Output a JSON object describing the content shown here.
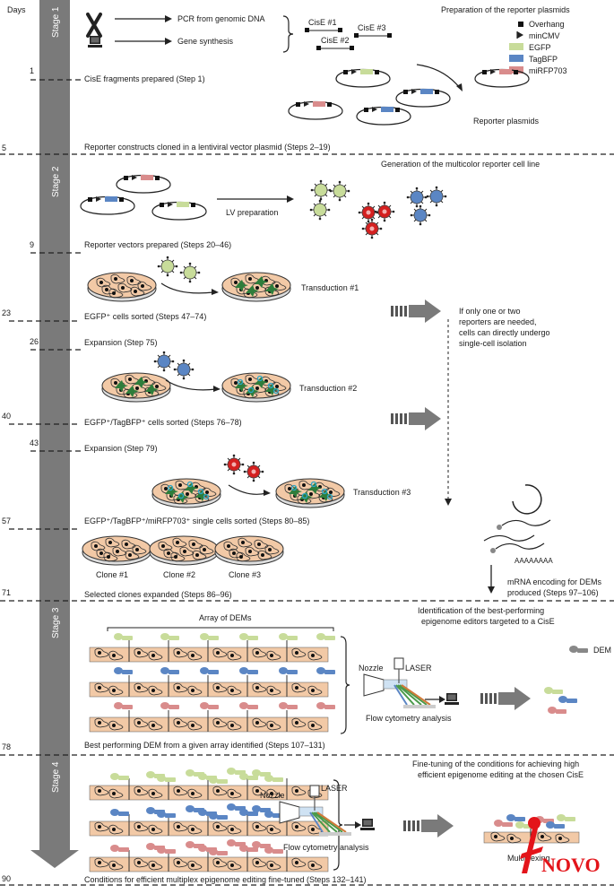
{
  "header": {
    "days": "Days"
  },
  "stages": [
    "Stage 1",
    "Stage 2",
    "Stage 3",
    "Stage 4"
  ],
  "days": [
    "1",
    "5",
    "9",
    "23",
    "26",
    "40",
    "43",
    "57",
    "71",
    "78",
    "90"
  ],
  "stage1": {
    "title": "Preparation of the reporter plasmids",
    "pcr": "PCR from genomic DNA",
    "synthesis": "Gene synthesis",
    "cise1": "CisE #1",
    "cise2": "CisE #2",
    "cise3": "CisE #3",
    "step_fragments": "CisE fragments prepared (Step 1)",
    "step_cloned": "Reporter constructs cloned in a lentiviral vector plasmid (Steps 2–19)",
    "reporter_plasmids": "Reporter plasmids",
    "legend": {
      "overhang": "Overhang",
      "mincmv": "minCMV",
      "egfp": "EGFP",
      "tagbfp": "TagBFP",
      "mirfp": "miRFP703"
    }
  },
  "stage2": {
    "title": "Generation of the multicolor reporter cell line",
    "lv_prep": "LV preparation",
    "step_vectors": "Reporter vectors prepared (Steps 20–46)",
    "transduction1": "Transduction #1",
    "step_egfp_sorted": "EGFP⁺ cells sorted (Steps 47–74)",
    "note": [
      "If only one or two",
      "reporters are needed,",
      "cells can directly undergo",
      "single-cell isolation"
    ],
    "expansion1": "Expansion (Step 75)",
    "transduction2": "Transduction #2",
    "step_egfp_bfp_sorted": "EGFP⁺/TagBFP⁺ cells sorted (Steps 76–78)",
    "expansion2": "Expansion (Step 79)",
    "transduction3": "Transduction #3",
    "step_single_cells": "EGFP⁺/TagBFP⁺/miRFP703⁺ single cells sorted (Steps 80–85)",
    "clone1": "Clone #1",
    "clone2": "Clone #2",
    "clone3": "Clone #3",
    "mrna_label": "AAAAAAAA",
    "mrna_note": [
      "mRNA encoding for DEMs",
      "produced (Steps 97–106)"
    ],
    "step_clones_expanded": "Selected clones expanded (Steps 86–96)"
  },
  "stage3": {
    "title": [
      "Identification of the best-performing",
      "epigenome editors targeted to a CisE"
    ],
    "array": "Array of DEMs",
    "dem": "DEM",
    "nozzle": "Nozzle",
    "laser": "LASER",
    "flow": "Flow cytometry analysis",
    "step_best": "Best performing DEM from a given array identified (Steps 107–131)"
  },
  "stage4": {
    "title": [
      "Fine-tuning of the conditions for achieving high",
      "efficient epigenome editing at the chosen CisE"
    ],
    "nozzle": "Nozzle",
    "laser": "LASER",
    "flow": "Flow cytometry analysis",
    "multiplexing": "Multiplexing",
    "step_fine_tuned": "Conditions for efficient multiplex epigenome editing fine-tuned (Steps 132–141)"
  },
  "watermark": "NOVO",
  "colors": {
    "egfp": "#c8dc9a",
    "tagbfp": "#5b86c4",
    "mirfp": "#d98c8c",
    "red_virus": "#d42020",
    "arrow": "#7a7a7a",
    "dish": "#f2c9a6",
    "watermark": "#e3141a"
  }
}
